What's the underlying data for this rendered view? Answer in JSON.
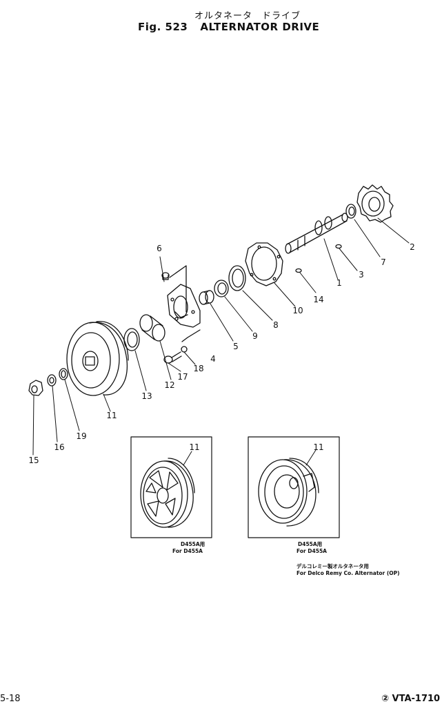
{
  "header": {
    "title_jp": "オルタネータ　ドライブ",
    "fig_label": "Fig. 523",
    "title_en": "ALTERNATOR DRIVE"
  },
  "callouts": [
    "1",
    "2",
    "3",
    "4",
    "5",
    "6",
    "7",
    "8",
    "9",
    "10",
    "11",
    "12",
    "13",
    "14",
    "15",
    "16",
    "17",
    "18",
    "19"
  ],
  "insets": [
    {
      "callout": "11",
      "caption_jp": "D455A用",
      "caption_en": "For  D455A"
    },
    {
      "callout": "11",
      "caption_jp": "D455A用",
      "caption_en": "For  D455A"
    }
  ],
  "note": {
    "line_jp": "デルコレミー製オルタネータ用",
    "line_en": "For Delco Remy Co. Alternator (OP)"
  },
  "footer": {
    "page_ref": "5-18",
    "doc_code": "② VTA-1710"
  }
}
